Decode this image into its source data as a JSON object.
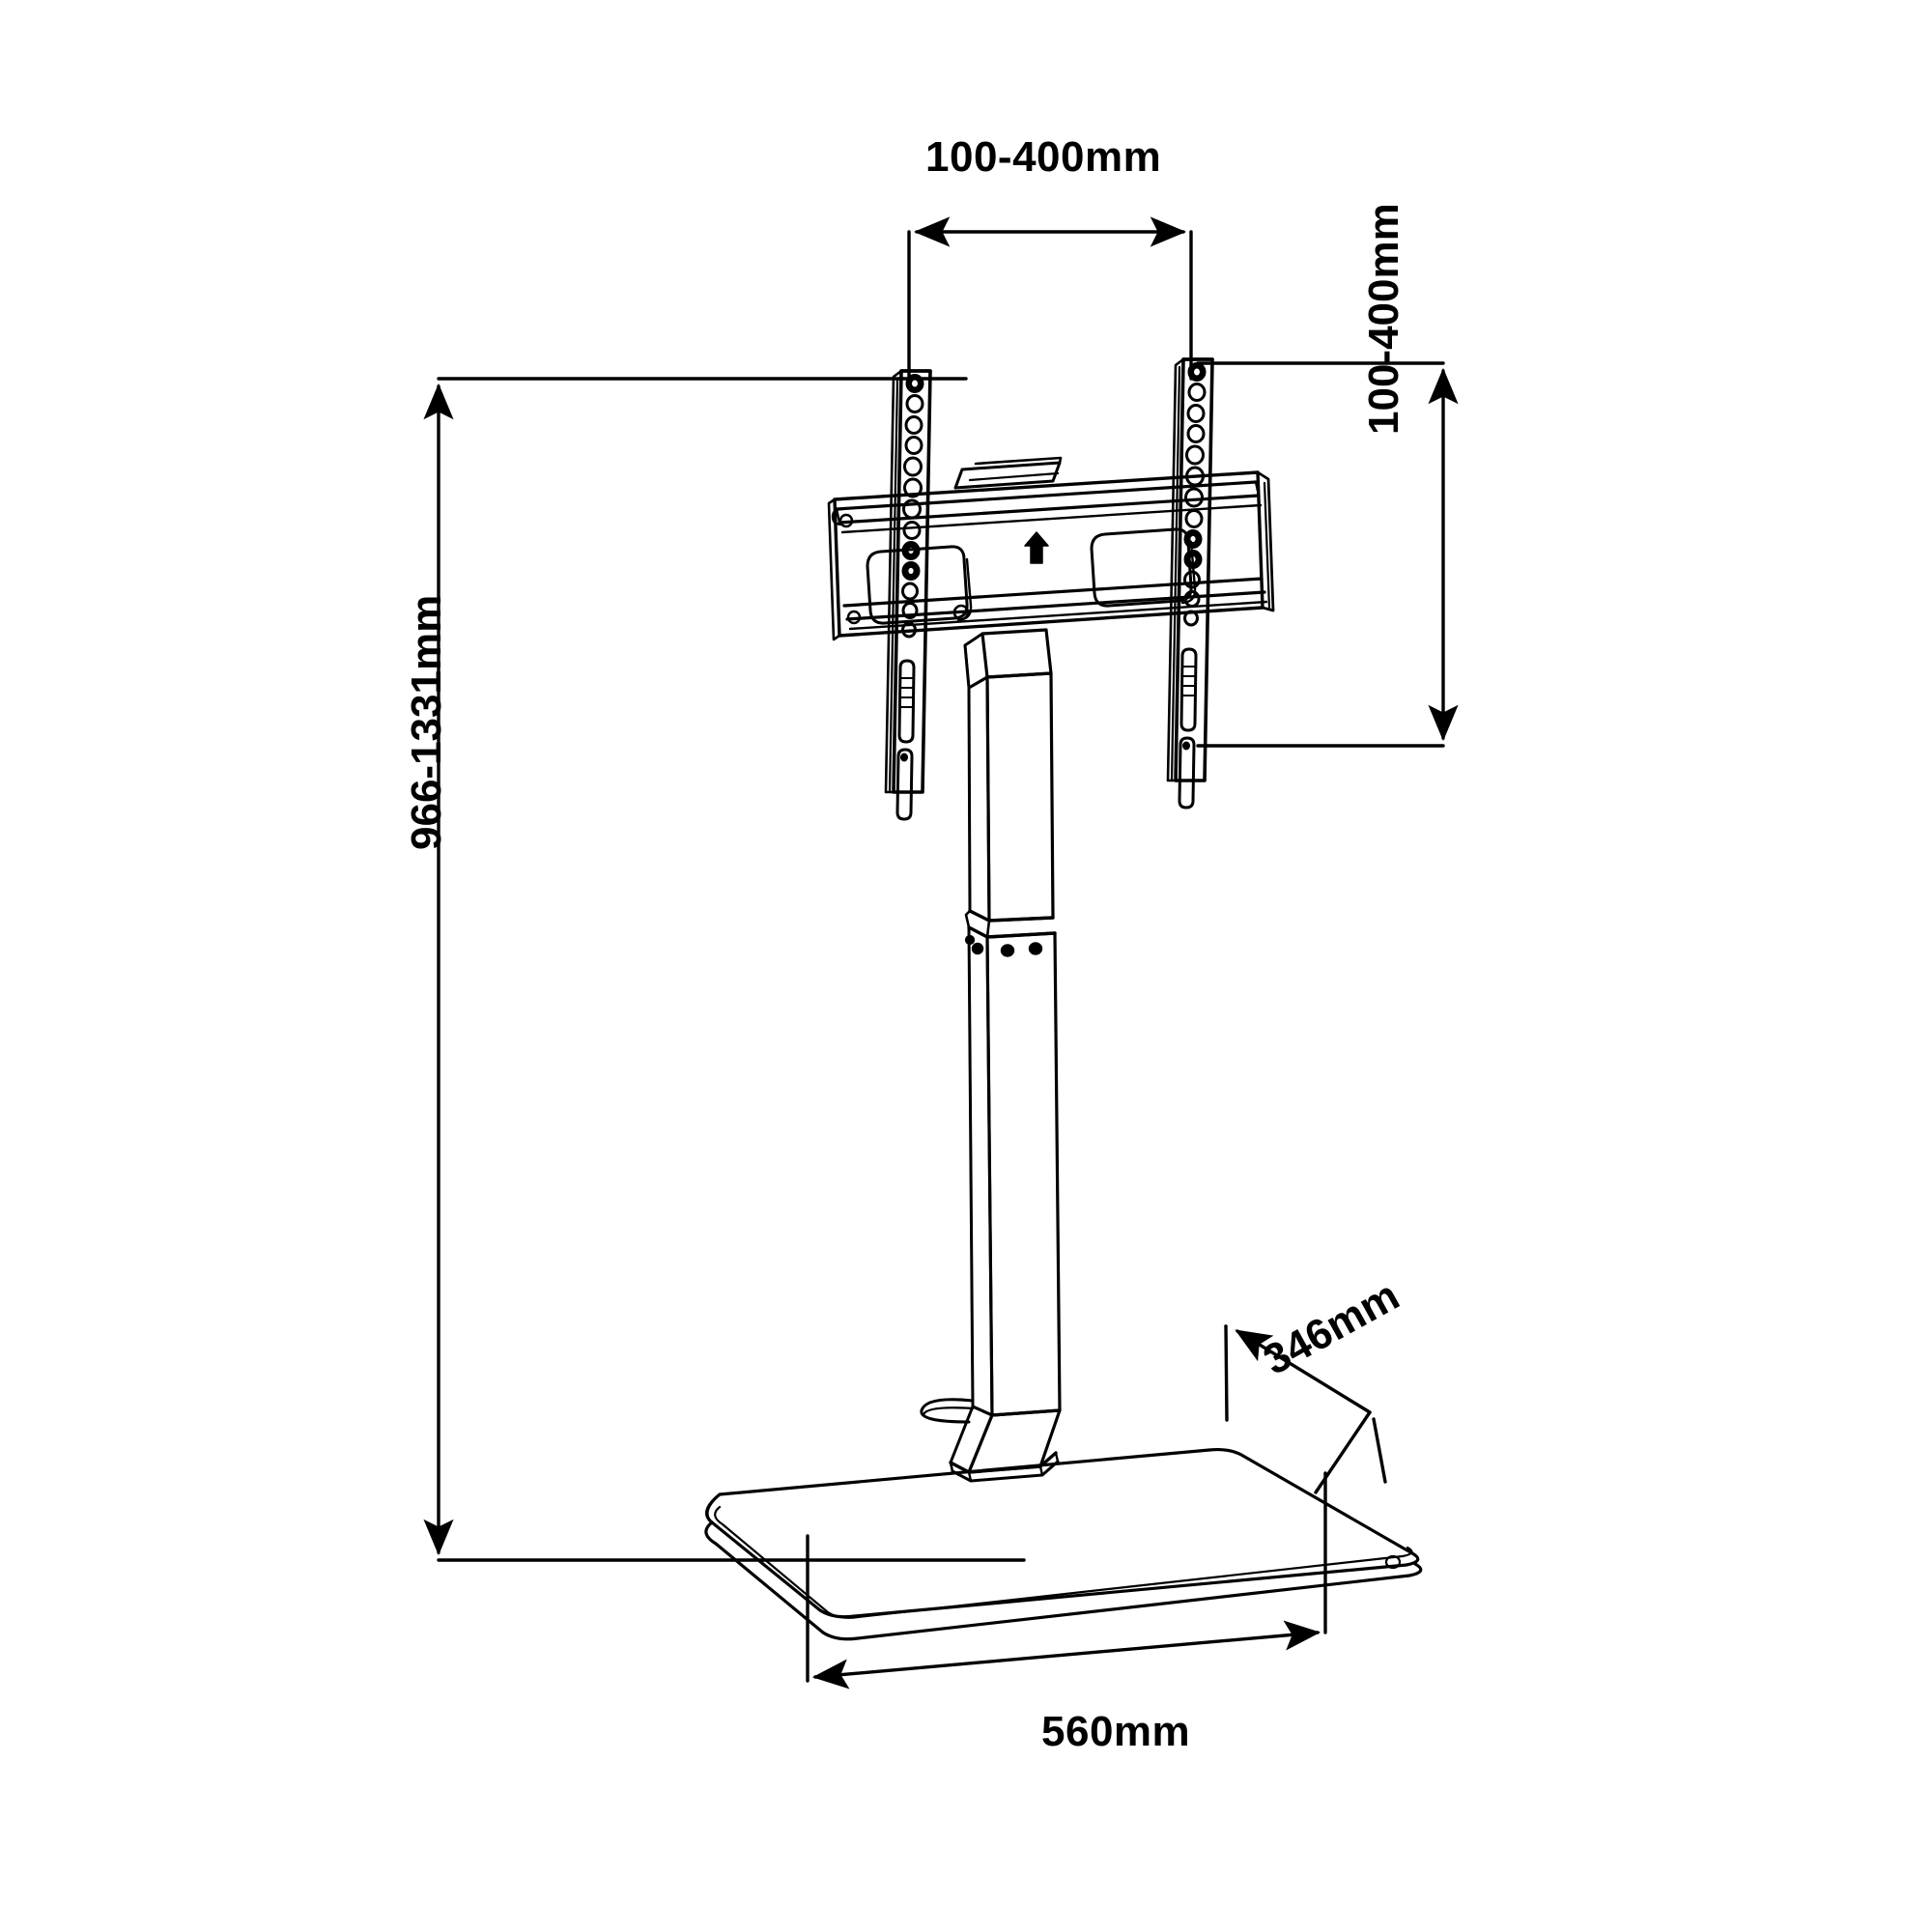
{
  "drawing": {
    "title": "TV floor stand with mount bracket — dimensioned technical line drawing",
    "units": "mm",
    "line_color": "#000000",
    "background_color": "#ffffff"
  },
  "dimensions": {
    "vesa_width": {
      "label": "100-400mm",
      "name": "vesa-horizontal-dimension",
      "orientation": "horizontal",
      "position": "top"
    },
    "vesa_height": {
      "label": "100-400mm",
      "name": "vesa-vertical-dimension",
      "orientation": "vertical",
      "position": "right"
    },
    "stand_height": {
      "label": "966-1331mm",
      "name": "overall-height-dimension",
      "orientation": "vertical",
      "position": "left"
    },
    "base_depth": {
      "label": "346mm",
      "name": "base-depth-dimension",
      "orientation": "diagonal",
      "position": "right-lower"
    },
    "base_width": {
      "label": "560mm",
      "name": "base-width-dimension",
      "orientation": "horizontal",
      "position": "bottom"
    }
  },
  "parts": {
    "bracket_rail_left": "vesa-rail-left",
    "bracket_rail_right": "vesa-rail-right",
    "mount_plate": "wall-mount-plate",
    "orientation_arrow": "up-arrow-icon",
    "column_upper": "telescoping-column-upper",
    "column_lower": "telescoping-column-lower",
    "column_foot": "column-foot-plate",
    "cable_ring": "cable-management-ring",
    "glass_base": "glass-base-plate"
  }
}
